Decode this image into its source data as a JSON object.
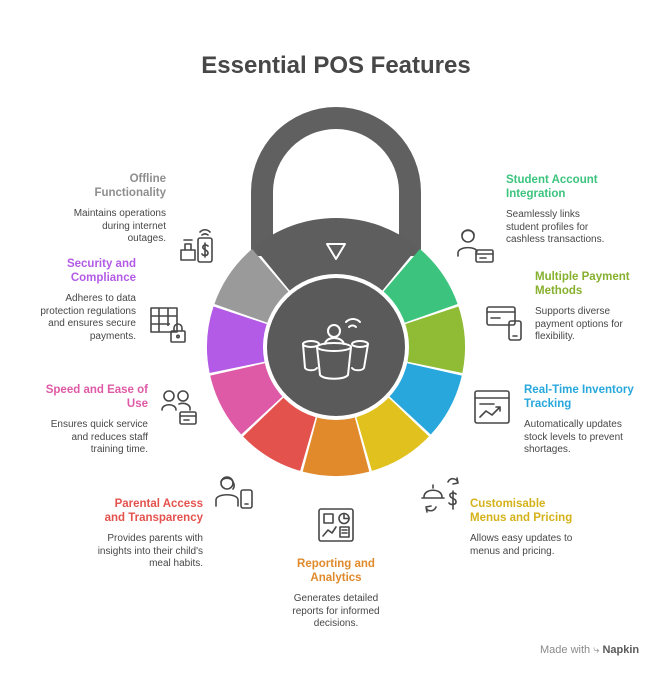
{
  "title": "Essential POS Features",
  "watermark": {
    "prefix": "Made with",
    "brand": "Napkin"
  },
  "colors": {
    "shackle": "#606060",
    "body": "#5e5e5e",
    "hub": "#5a5a5a",
    "offline": "#9a9a9a",
    "security": "#b35be6",
    "speed": "#df5aa6",
    "parental": "#e4524e",
    "reporting": "#e08a2c",
    "menus": "#e0c11e",
    "inventory": "#27a7dc",
    "payment": "#8fbb35",
    "student": "#3cc47e"
  },
  "center_icon": "pos-drinks-icon",
  "top_icon": "chevron-down-icon",
  "features": [
    {
      "key": "offline",
      "title": "Offline Functionality",
      "desc": "Maintains operations during internet outages.",
      "icon": "offline-pos-icon"
    },
    {
      "key": "security",
      "title": "Security and Compliance",
      "desc": "Adheres to data protection regulations and ensures secure payments.",
      "icon": "secure-table-lock-icon"
    },
    {
      "key": "speed",
      "title": "Speed and Ease of Use",
      "desc": "Ensures quick service and reduces staff training time.",
      "icon": "users-card-icon"
    },
    {
      "key": "parental",
      "title": "Parental Access and Transparency",
      "desc": "Provides parents with insights into their child's meal habits.",
      "icon": "parent-phone-icon"
    },
    {
      "key": "reporting",
      "title": "Reporting and Analytics",
      "desc": "Generates detailed reports for informed decisions.",
      "icon": "report-dashboard-icon"
    },
    {
      "key": "menus",
      "title": "Customisable Menus and Pricing",
      "desc": "Allows easy updates to menus and pricing.",
      "icon": "menu-pricing-icon"
    },
    {
      "key": "inventory",
      "title": "Real-Time Inventory Tracking",
      "desc": "Automatically updates stock levels to prevent shortages.",
      "icon": "inventory-chart-icon"
    },
    {
      "key": "payment",
      "title": "Multiple Payment Methods",
      "desc": "Supports diverse payment options for flexibility.",
      "icon": "payment-methods-icon"
    },
    {
      "key": "student",
      "title": "Student Account Integration",
      "desc": "Seamlessly links student profiles for cashless transactions.",
      "icon": "student-card-icon"
    }
  ]
}
